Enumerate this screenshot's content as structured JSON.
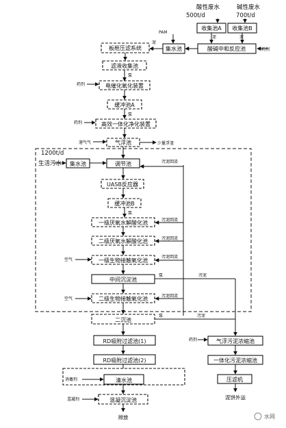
{
  "sources": {
    "acid_wastewater": "酸性废水",
    "acid_flow": "500t/d",
    "alkali_wastewater": "碱性废水",
    "alkali_flow": "700t/d",
    "domestic_flow": "1200t/d",
    "domestic_wastewater": "生活污水"
  },
  "units": {
    "collect_a": "收集池A",
    "collect_b": "收集池B",
    "sump": "集水池",
    "neutral": "酸碱中和反应池",
    "filter_press": "板框压滤系统",
    "filtrate": "滤液收集池",
    "electrocat": "电催化氧化装置",
    "buffer_a": "缓冲池A",
    "purifier": "高效一体化净化装置",
    "air_float": "气浮池",
    "sump2": "集水池",
    "regulating": "调节池",
    "uasb": "UASB反应器",
    "buffer_b": "缓冲池B",
    "hydro1": "一级厌氧水解酸化池",
    "hydro2": "二级厌氧水解酸化池",
    "contact1": "一级生物接触氧化池",
    "mid_settle": "中间沉淀池",
    "contact2": "二级生物接触氧化池",
    "sec_settle": "二沉池",
    "rd1": "RD吸附过滤池(1)",
    "rd2": "RD吸附过滤池(2)",
    "clear": "清水池",
    "coag": "混凝沉淀池",
    "sludge_thick": "气浮污泥浓缩池",
    "integrated_thick": "一体化污泥浓缩池",
    "press_machine": "压滤机"
  },
  "labels": {
    "pam": "PAM",
    "mud": "泥",
    "agent": "药剂",
    "agent_purifier": "药剂",
    "dissolved_air": "溶气气",
    "floating_scum": "少量浮渣",
    "sludge_reflux": "污泥回流",
    "air": "空气",
    "sludge": "污泥",
    "disinfectant": "消毒剂",
    "coagulant": "混凝剂",
    "discharge": "排放",
    "sludge_out": "泥饼外运",
    "watermark": "水网"
  }
}
